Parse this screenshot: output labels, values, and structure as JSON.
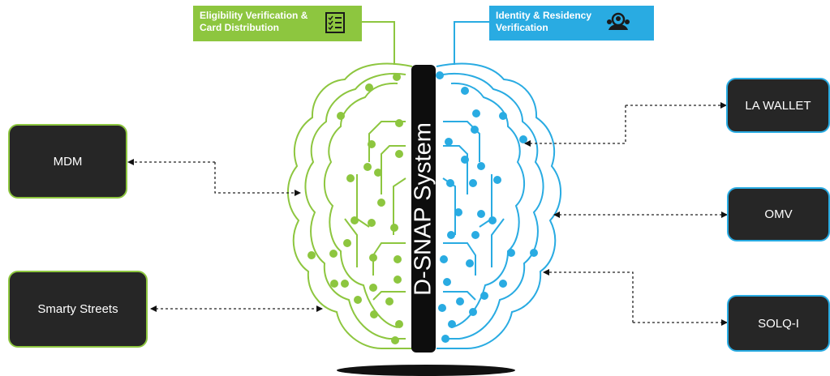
{
  "system": {
    "label": "D-SNAP System"
  },
  "tags": {
    "left": {
      "label": "Eligibility Verification & Card Distribution",
      "color": "#8dc63f",
      "icon": "checklist-icon"
    },
    "right": {
      "label": "Identity & Residency Verification",
      "color": "#29abe2",
      "icon": "person-search-icon"
    }
  },
  "left_nodes": [
    {
      "label": "MDM"
    },
    {
      "label": "Smarty Streets"
    }
  ],
  "right_nodes": [
    {
      "label": "LA WALLET"
    },
    {
      "label": "OMV"
    },
    {
      "label": "SOLQ-I"
    }
  ],
  "colors": {
    "left_hemisphere": "#8dc63f",
    "right_hemisphere": "#29abe2",
    "box_fill": "#262626"
  }
}
